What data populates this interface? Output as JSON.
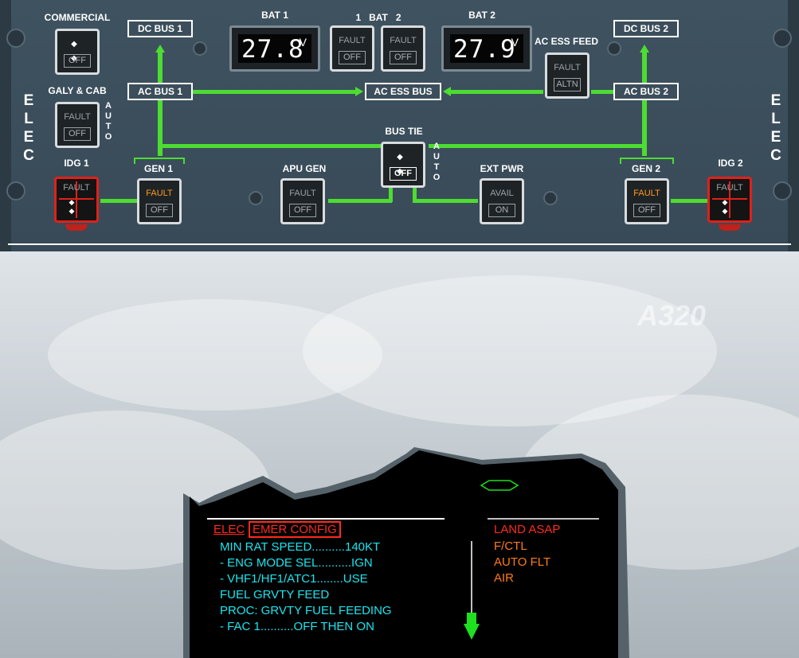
{
  "panel": {
    "side_label": "ELEC",
    "side_letters": [
      "E",
      "L",
      "E",
      "C"
    ],
    "auto_letters": [
      "A",
      "U",
      "T",
      "O"
    ],
    "commercial": {
      "title": "COMMERCIAL",
      "dots": "◆ ◆",
      "state": "OFF"
    },
    "galy_cab": {
      "title": "GALY & CAB",
      "fault": "FAULT",
      "state": "OFF"
    },
    "idg1": {
      "title": "IDG 1",
      "fault": "FAULT",
      "dots": "◆ ◆"
    },
    "idg2": {
      "title": "IDG 2",
      "fault": "FAULT",
      "dots": "◆ ◆"
    },
    "gen1": {
      "title": "GEN 1",
      "fault": "FAULT",
      "state": "OFF"
    },
    "gen2": {
      "title": "GEN 2",
      "fault": "FAULT",
      "state": "OFF"
    },
    "apu_gen": {
      "title": "APU GEN",
      "fault": "FAULT",
      "state": "OFF"
    },
    "bus_tie": {
      "title": "BUS TIE",
      "dots": "◆ ◆",
      "state": "OFF"
    },
    "ext_pwr": {
      "title": "EXT PWR",
      "avail": "AVAIL",
      "state": "ON"
    },
    "ac_ess_feed": {
      "title": "AC ESS FEED",
      "fault": "FAULT",
      "state": "ALTN"
    },
    "bat1": {
      "title": "BAT 1",
      "value": "27.8",
      "unit": "V"
    },
    "bat2": {
      "title": "BAT 2",
      "value": "27.9",
      "unit": "V"
    },
    "bat_pb": {
      "title": "1   BAT   2",
      "pb1_fault": "FAULT",
      "pb1_state": "OFF",
      "pb2_fault": "FAULT",
      "pb2_state": "OFF"
    },
    "buses": {
      "dc_bus_1": "DC BUS 1",
      "dc_bus_2": "DC BUS 2",
      "ac_bus_1": "AC BUS 1",
      "ac_bus_2": "AC BUS 2",
      "ac_ess_bus": "AC ESS BUS"
    }
  },
  "scene": {
    "watermark": "A320"
  },
  "ecam": {
    "title_elec": "ELEC",
    "title_emer": "EMER CONFIG",
    "lines": [
      "MIN RAT SPEED..........140KT",
      "- ENG MODE SEL..........IGN",
      "- VHF1/HF1/ATC1........USE",
      "FUEL GRVTY FEED",
      "PROC: GRVTY FUEL FEEDING",
      "- FAC 1..........OFF THEN ON"
    ],
    "status": [
      "LAND ASAP",
      "F/CTL",
      "AUTO FLT",
      "AIR"
    ]
  },
  "colors": {
    "panel": "#3f5260",
    "wire": "#4ddc32",
    "fault_amber": "#ff9a1e",
    "ecam_cyan": "#19e6f0",
    "ecam_amber": "#ff7b1a",
    "ecam_red": "#ff2a1c"
  }
}
